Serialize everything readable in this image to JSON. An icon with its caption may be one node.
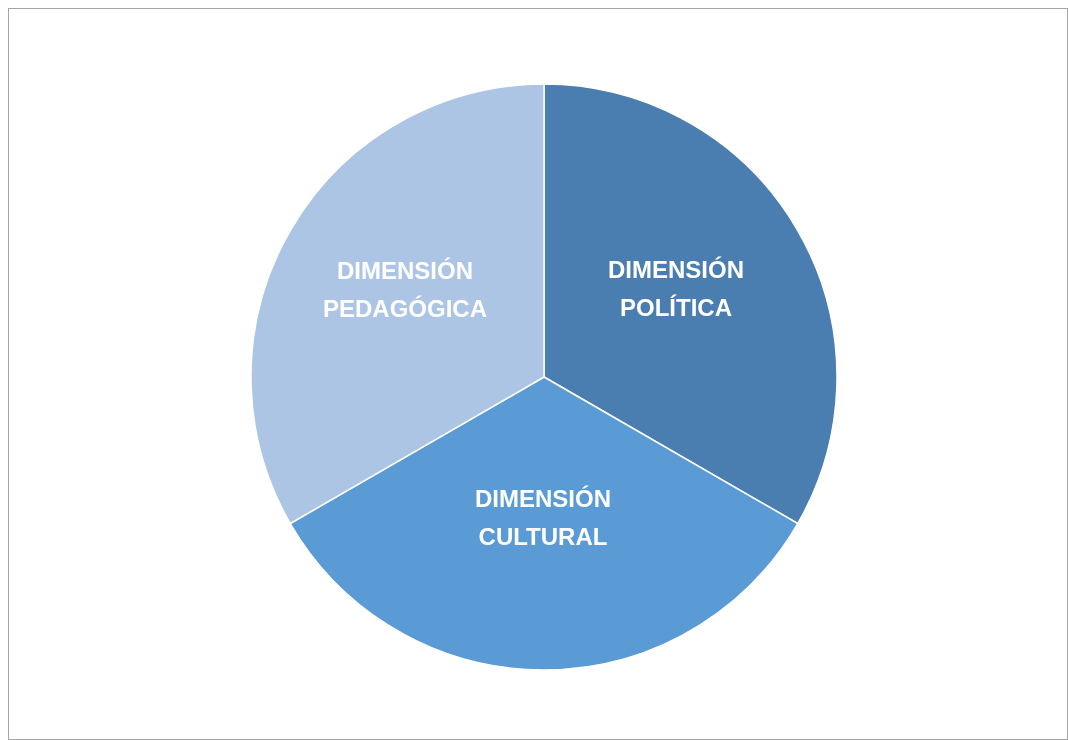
{
  "diagram": {
    "nodes": [
      {
        "text": [
          "DIMENSIÓN POLÍTICA"
        ]
      },
      {
        "text": [
          "DIMENSIÓN CULTURAL"
        ]
      },
      {
        "text": [
          "DIMENSIÓN PEDAGÓGICA"
        ]
      }
    ]
  }
}
